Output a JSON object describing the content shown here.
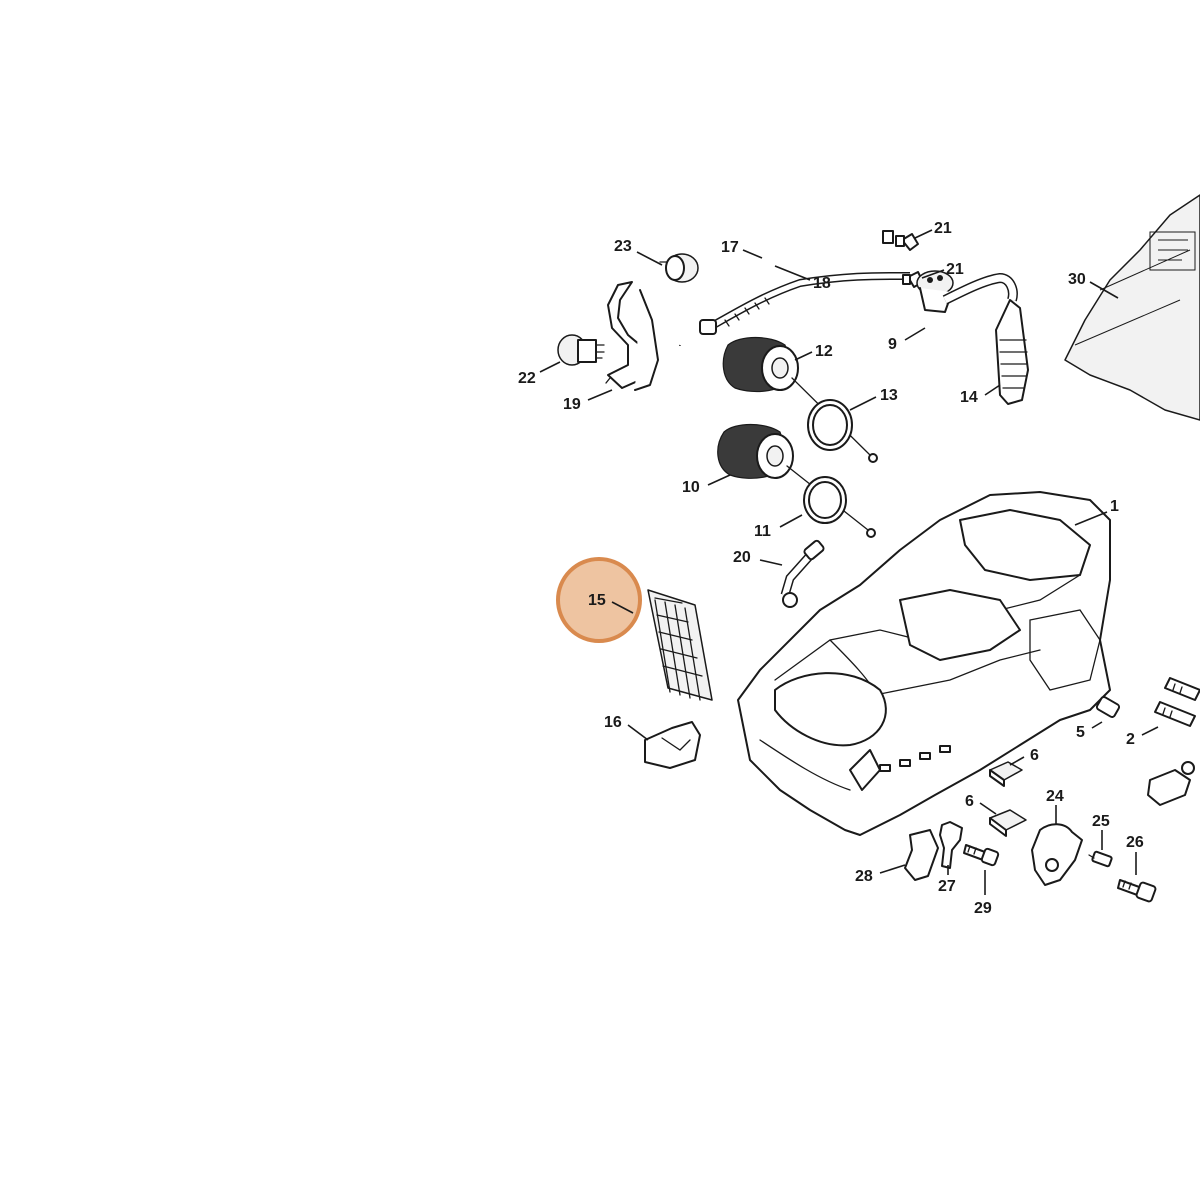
{
  "diagram": {
    "callouts": [
      {
        "id": "1",
        "text": "1"
      },
      {
        "id": "2",
        "text": "2"
      },
      {
        "id": "5",
        "text": "5"
      },
      {
        "id": "6a",
        "text": "6"
      },
      {
        "id": "6b",
        "text": "6"
      },
      {
        "id": "9",
        "text": "9"
      },
      {
        "id": "10",
        "text": "10"
      },
      {
        "id": "11",
        "text": "11"
      },
      {
        "id": "12",
        "text": "12"
      },
      {
        "id": "13",
        "text": "13"
      },
      {
        "id": "14",
        "text": "14"
      },
      {
        "id": "15",
        "text": "15"
      },
      {
        "id": "16",
        "text": "16"
      },
      {
        "id": "17",
        "text": "17"
      },
      {
        "id": "18",
        "text": "18"
      },
      {
        "id": "19",
        "text": "19"
      },
      {
        "id": "20",
        "text": "20"
      },
      {
        "id": "21a",
        "text": "21"
      },
      {
        "id": "21b",
        "text": "21"
      },
      {
        "id": "22",
        "text": "22"
      },
      {
        "id": "23",
        "text": "23"
      },
      {
        "id": "24",
        "text": "24"
      },
      {
        "id": "25",
        "text": "25"
      },
      {
        "id": "26",
        "text": "26"
      },
      {
        "id": "27",
        "text": "27"
      },
      {
        "id": "28",
        "text": "28"
      },
      {
        "id": "29",
        "text": "29"
      },
      {
        "id": "30",
        "text": "30"
      }
    ],
    "highlight": {
      "callout": "15",
      "color": "#e8a877"
    }
  }
}
